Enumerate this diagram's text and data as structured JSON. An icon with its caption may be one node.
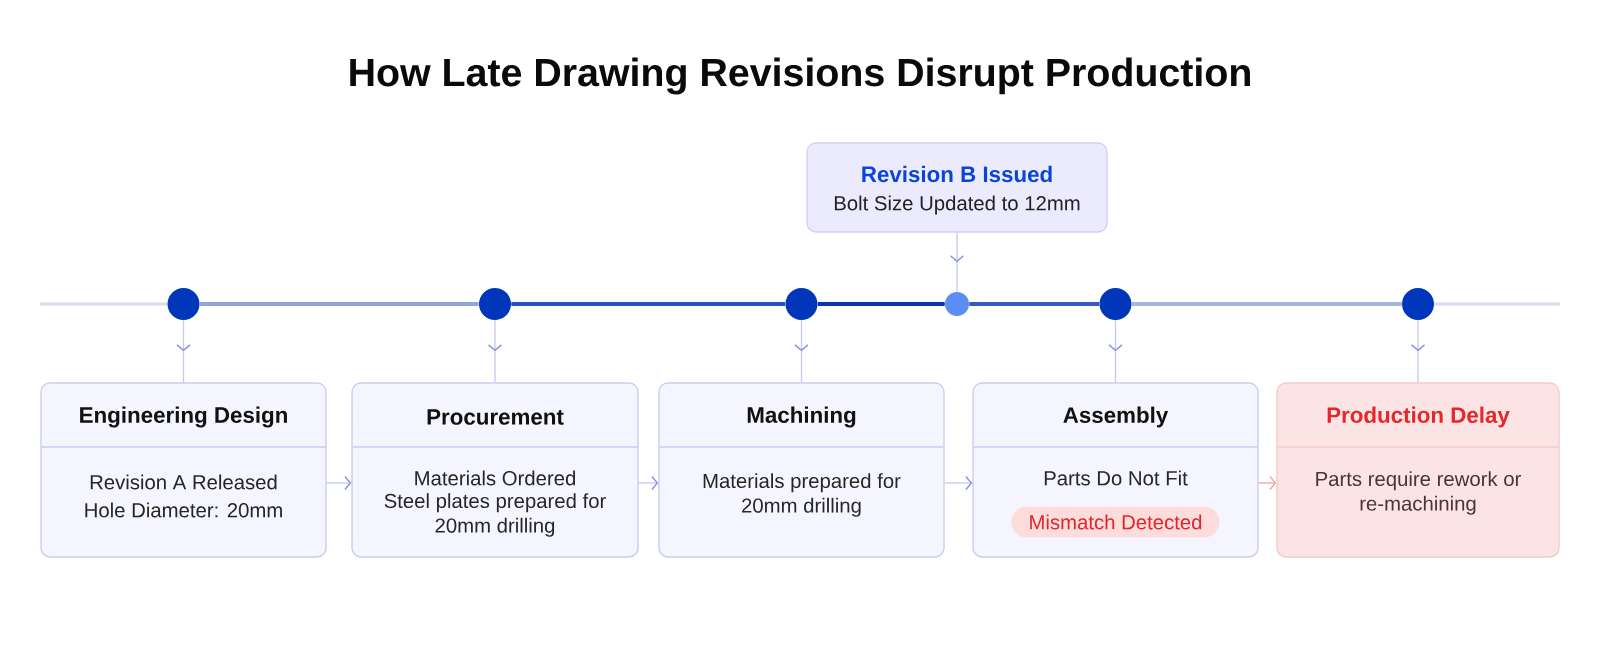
{
  "diagram": {
    "title": "How Late Drawing Revisions Disrupt Production",
    "nodes": [
      {
        "text": [
          "Revision B Issued",
          "Bolt Size Updated to 12mm"
        ]
      },
      {
        "text": [],
        "shape": "circle"
      },
      {
        "text": [],
        "shape": "circle"
      },
      {
        "text": [],
        "shape": "circle"
      },
      {
        "text": [],
        "shape": "circle"
      },
      {
        "text": [],
        "shape": "circle"
      },
      {
        "text": [],
        "shape": "circle"
      },
      {
        "text": [
          "Engineering Design",
          "Revision A Released",
          "Hole Diameter: 20mm"
        ]
      },
      {
        "text": [
          "Procurement",
          "Materials Ordered",
          "Steel plates prepared for 20mm drilling"
        ]
      },
      {
        "text": [
          "Machining",
          "Materials prepared for 20mm drilling"
        ]
      },
      {
        "text": [
          "Assembly",
          "Parts Do Not Fit"
        ]
      },
      {
        "text": [
          "Mismatch Detected"
        ],
        "in": 10
      },
      {
        "text": [
          "Production Delay",
          "Parts require rework or re-machining"
        ]
      }
    ],
    "edges": [
      {
        "from": 0,
        "to": 4,
        "arrow": "to"
      },
      {
        "from": 1,
        "to": 7,
        "arrow": "to"
      },
      {
        "from": 2,
        "to": 8,
        "arrow": "to"
      },
      {
        "from": 3,
        "to": 9,
        "arrow": "to"
      },
      {
        "from": 5,
        "to": 10,
        "arrow": "to"
      },
      {
        "from": 6,
        "to": 12,
        "arrow": "to"
      },
      {
        "from": 7,
        "to": 8,
        "arrow": "to"
      },
      {
        "from": 8,
        "to": 9,
        "arrow": "to"
      },
      {
        "from": 9,
        "to": 10,
        "arrow": "to"
      },
      {
        "from": 10,
        "to": 12,
        "arrow": "to",
        "color": "#efa6a6"
      },
      {
        "from": 1,
        "to": 2,
        "arrow": "none",
        "style": "thick",
        "color": "#93a5dd"
      },
      {
        "from": 2,
        "to": 3,
        "arrow": "none",
        "style": "thick",
        "color": "#2b4fbf"
      },
      {
        "from": 3,
        "to": 4,
        "arrow": "none",
        "style": "thick",
        "color": "#0b36b2"
      },
      {
        "from": 4,
        "to": 5,
        "arrow": "none",
        "style": "thick",
        "color": "#3558c3"
      },
      {
        "from": 5,
        "to": 6,
        "arrow": "none",
        "style": "thick",
        "color": "#a3b3e2"
      }
    ]
  }
}
